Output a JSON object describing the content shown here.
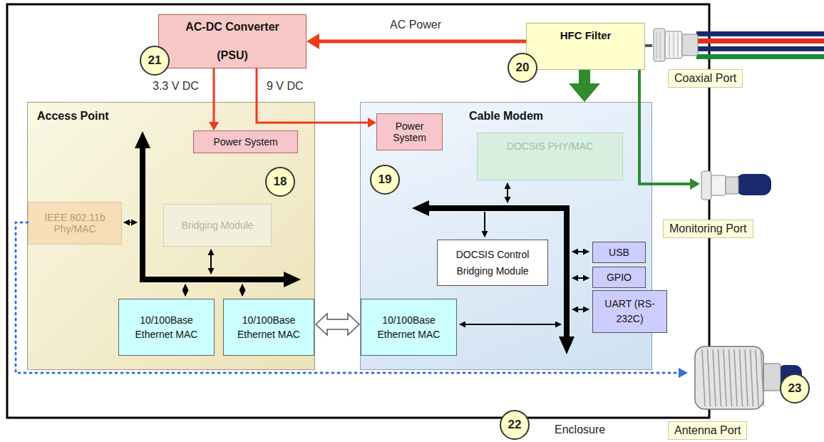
{
  "diagram": {
    "nodes": [
      {
        "text": [
          "AC-DC Converter",
          "(PSU)"
        ]
      },
      {
        "text": [
          "HFC Filter"
        ]
      },
      {
        "text": [
          "Coaxial Port"
        ]
      },
      {
        "text": [
          "Access Point"
        ]
      },
      {
        "text": [
          "Power System"
        ],
        "in": 3
      },
      {
        "text": [
          "IEEE 802.11b Phy/MAC"
        ],
        "in": 3
      },
      {
        "text": [
          "Bridging Module"
        ],
        "in": 3
      },
      {
        "text": [
          "10/100Base Ethernet MAC"
        ],
        "in": 3
      },
      {
        "text": [
          "10/100Base Ethernet MAC"
        ],
        "in": 3
      },
      {
        "text": [
          "Cable Modem"
        ]
      },
      {
        "text": [
          "Power System"
        ],
        "in": 9
      },
      {
        "text": [
          "DOCSIS PHY/MAC"
        ],
        "in": 9
      },
      {
        "text": [
          "DOCSIS Control Bridging Module"
        ],
        "in": 9
      },
      {
        "text": [
          "USB"
        ],
        "in": 9
      },
      {
        "text": [
          "GPIO"
        ],
        "in": 9
      },
      {
        "text": [
          "UART (RS-232C)"
        ],
        "in": 9
      },
      {
        "text": [
          "10/100Base Ethernet MAC"
        ],
        "in": 9
      },
      {
        "text": [
          "Monitoring Port"
        ]
      },
      {
        "text": [
          "Antenna Port"
        ]
      }
    ],
    "edges": [
      {
        "from": 1,
        "to": 0,
        "arrow": "to",
        "label": "AC Power"
      },
      {
        "from": 0,
        "to": 4,
        "arrow": "to",
        "label": "3.3 V DC"
      },
      {
        "from": 0,
        "to": 10,
        "arrow": "to",
        "label": "9 V DC"
      },
      {
        "from": 1,
        "to": 9,
        "arrow": "to"
      },
      {
        "from": 1,
        "to": 2,
        "arrow": "none"
      },
      {
        "from": 1,
        "to": 17,
        "arrow": "to"
      },
      {
        "from": 5,
        "to": 18,
        "arrow": "to"
      },
      {
        "from": 8,
        "to": 16,
        "arrow": "both"
      }
    ],
    "labels": [
      "21",
      "20",
      "18",
      "19",
      "22",
      "23",
      "Enclosure"
    ]
  }
}
